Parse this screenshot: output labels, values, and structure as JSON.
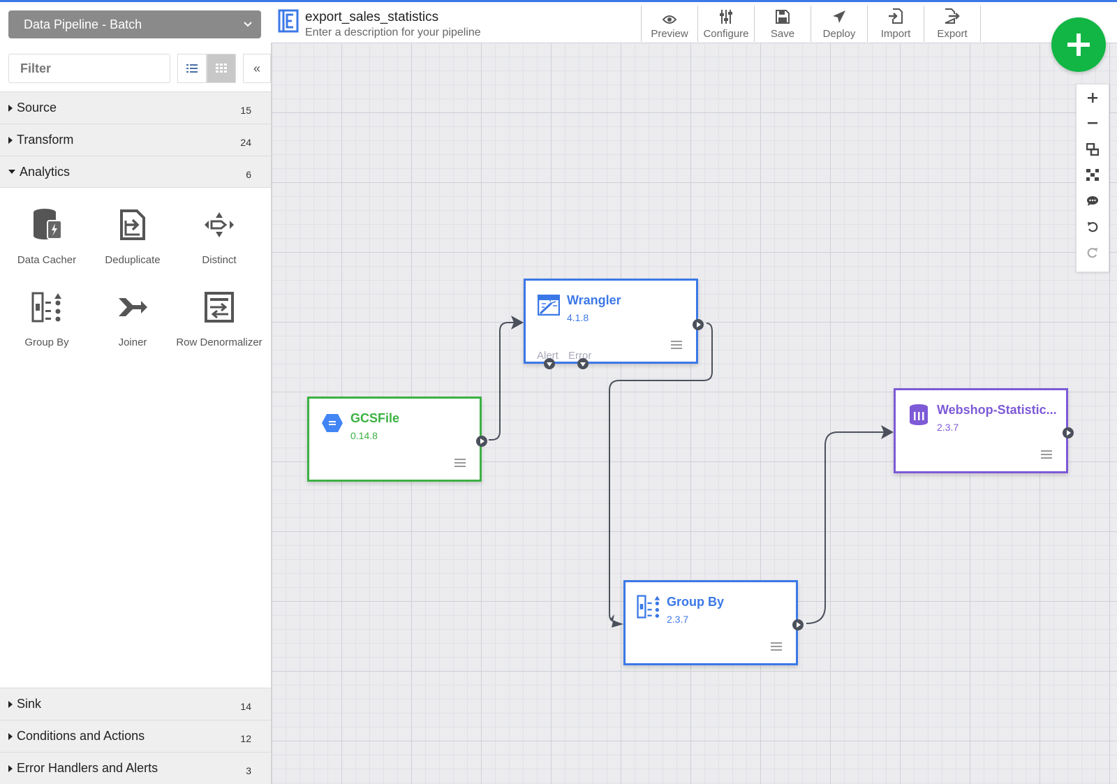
{
  "sidebar": {
    "pipeline_type": "Data Pipeline - Batch",
    "filter_placeholder": "Filter",
    "collapse_label": "«",
    "categories": [
      {
        "label": "Source",
        "count": "15"
      },
      {
        "label": "Transform",
        "count": "24"
      },
      {
        "label": "Analytics",
        "count": "6"
      },
      {
        "label": "Sink",
        "count": "14"
      },
      {
        "label": "Conditions and Actions",
        "count": "12"
      },
      {
        "label": "Error Handlers and Alerts",
        "count": "3"
      }
    ],
    "analytics_plugins": [
      {
        "label": "Data Cacher",
        "icon": "data-cacher-icon"
      },
      {
        "label": "Deduplicate",
        "icon": "deduplicate-icon"
      },
      {
        "label": "Distinct",
        "icon": "distinct-icon"
      },
      {
        "label": "Group By",
        "icon": "group-by-icon"
      },
      {
        "label": "Joiner",
        "icon": "joiner-icon"
      },
      {
        "label": "Row Denormalizer",
        "icon": "row-denormalizer-icon"
      }
    ]
  },
  "header": {
    "pipeline_name": "export_sales_statistics",
    "pipeline_description": "Enter a description for your pipeline",
    "toolbar": [
      {
        "label": "Preview",
        "icon": "eye-icon"
      },
      {
        "label": "Configure",
        "icon": "sliders-icon"
      },
      {
        "label": "Save",
        "icon": "floppy-icon"
      },
      {
        "label": "Deploy",
        "icon": "paper-plane-icon"
      },
      {
        "label": "Import",
        "icon": "import-icon"
      },
      {
        "label": "Export",
        "icon": "export-icon"
      }
    ]
  },
  "canvas": {
    "nodes": [
      {
        "name": "GCSFile",
        "version": "0.14.8",
        "color": "#3bb143"
      },
      {
        "name": "Wrangler",
        "version": "4.1.8",
        "color": "#3b78e7",
        "alert_label": "Alert",
        "error_label": "Error"
      },
      {
        "name": "Group By",
        "version": "2.3.7",
        "color": "#3b78e7"
      },
      {
        "name": "Webshop-Statistic...",
        "version": "2.3.7",
        "color": "#7d5ad6"
      }
    ],
    "zoom_controls": [
      "zoom-in-icon",
      "zoom-out-icon",
      "fit-icon",
      "align-icon",
      "comment-icon",
      "undo-icon",
      "redo-icon"
    ]
  },
  "colors": {
    "accent": "#3b78e7",
    "fab": "#11b644",
    "sidebar_select": "#8a8a8a",
    "source": "#3bb143",
    "transform": "#3b78e7",
    "sink": "#7d5ad6"
  }
}
